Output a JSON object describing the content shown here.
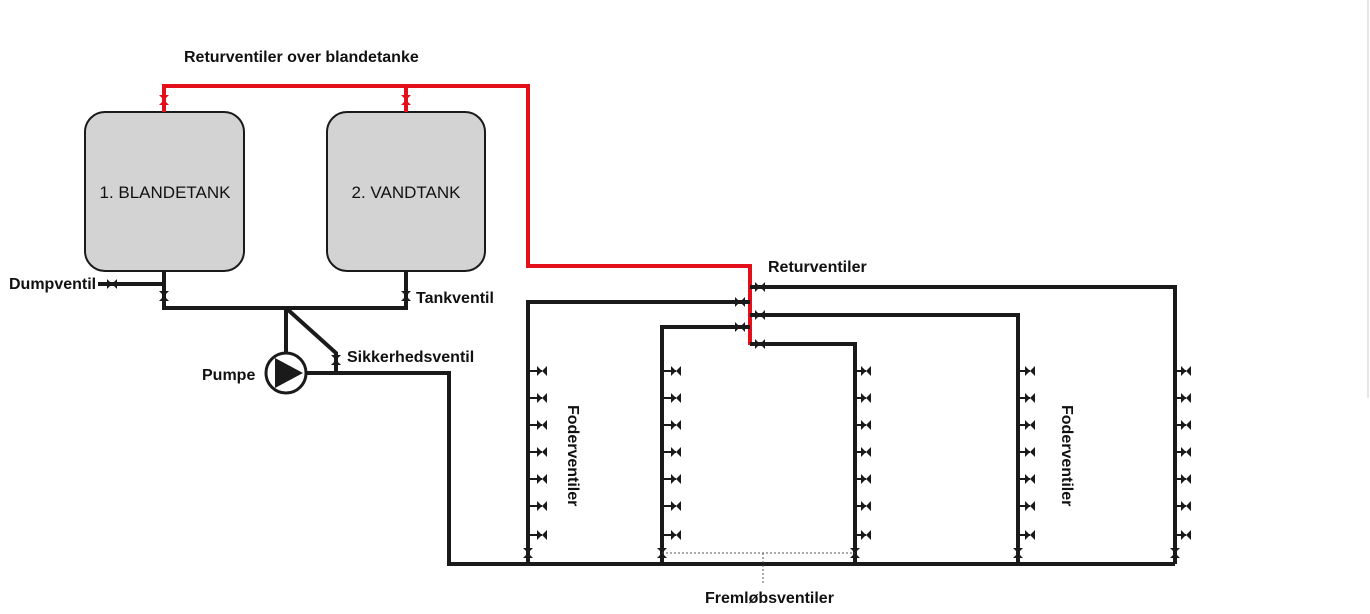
{
  "labels": {
    "return_over_tanks": "Returventiler over blandetanke",
    "tank1": "1. BLANDETANK",
    "tank2": "2. VANDTANK",
    "dump_valve": "Dumpventil",
    "tank_valve": "Tankventil",
    "pump": "Pumpe",
    "safety_valve": "Sikkerhedsventil",
    "return_valves": "Returventiler",
    "feed_valves_left": "Foderventiler",
    "feed_valves_right": "Foderventiler",
    "supply_valves": "Fremløbsventiler"
  },
  "colors": {
    "pipe": "#1a1a1a",
    "return_pipe": "#e3101b",
    "tank_fill": "#d3d3d3",
    "tank_stroke": "#1a1a1a"
  },
  "icons": {
    "pump": "pump-icon",
    "valve": "valve-icon"
  }
}
